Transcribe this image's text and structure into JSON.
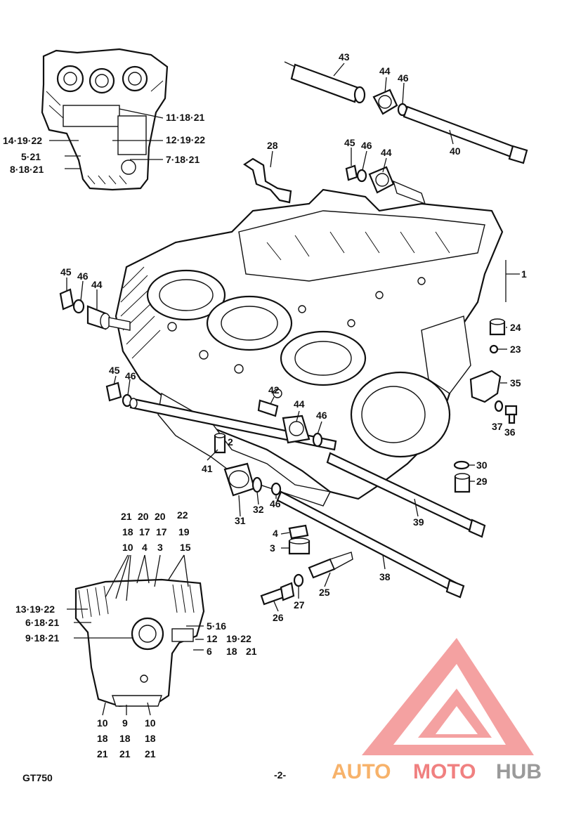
{
  "footer": {
    "model": "GT750",
    "page": "-2-"
  },
  "watermark": {
    "part1": "AUTO",
    "part2": "MOTO",
    "part3": "HUB",
    "color_orange": "#f7b26a",
    "color_red": "#f08080",
    "color_grey": "#9a9a9a"
  },
  "top_inset": {
    "labels": [
      "11·18·21",
      "14·19·22",
      "12·19·22",
      "5·21",
      "7·18·21",
      "8·18·21"
    ]
  },
  "bottom_inset": {
    "top_rows": [
      [
        "21",
        "20",
        "20",
        "22"
      ],
      [
        "18",
        "17",
        "17",
        "19"
      ],
      [
        "10",
        "4",
        "3",
        "15"
      ]
    ],
    "left_labels": [
      "13·19·22",
      "6·18·21",
      "9·18·21"
    ],
    "right_labels": [
      "5·16",
      "12",
      "19·22",
      "6",
      "18",
      "21"
    ],
    "bottom_cols": [
      [
        "10",
        "18",
        "21"
      ],
      [
        "9",
        "18",
        "21"
      ],
      [
        "10",
        "18",
        "21"
      ]
    ]
  },
  "callouts": {
    "c43": "43",
    "c44a": "44",
    "c46a": "46",
    "c40": "40",
    "c28": "28",
    "c45b": "45",
    "c46b": "46",
    "c44b": "44",
    "c1": "1",
    "c45c": "45",
    "c46c": "46",
    "c44c": "44",
    "c24": "24",
    "c23": "23",
    "c35": "35",
    "c37": "37",
    "c36": "36",
    "c45d": "45",
    "c46d": "46",
    "c42": "42",
    "c44d": "44",
    "c46e": "46",
    "c2": "2",
    "c41": "41",
    "c30": "30",
    "c29": "29",
    "c31": "31",
    "c32": "32",
    "c46f": "46",
    "c39": "39",
    "c4": "4",
    "c3": "3",
    "c38": "38",
    "c25": "25",
    "c27": "27",
    "c26": "26"
  }
}
